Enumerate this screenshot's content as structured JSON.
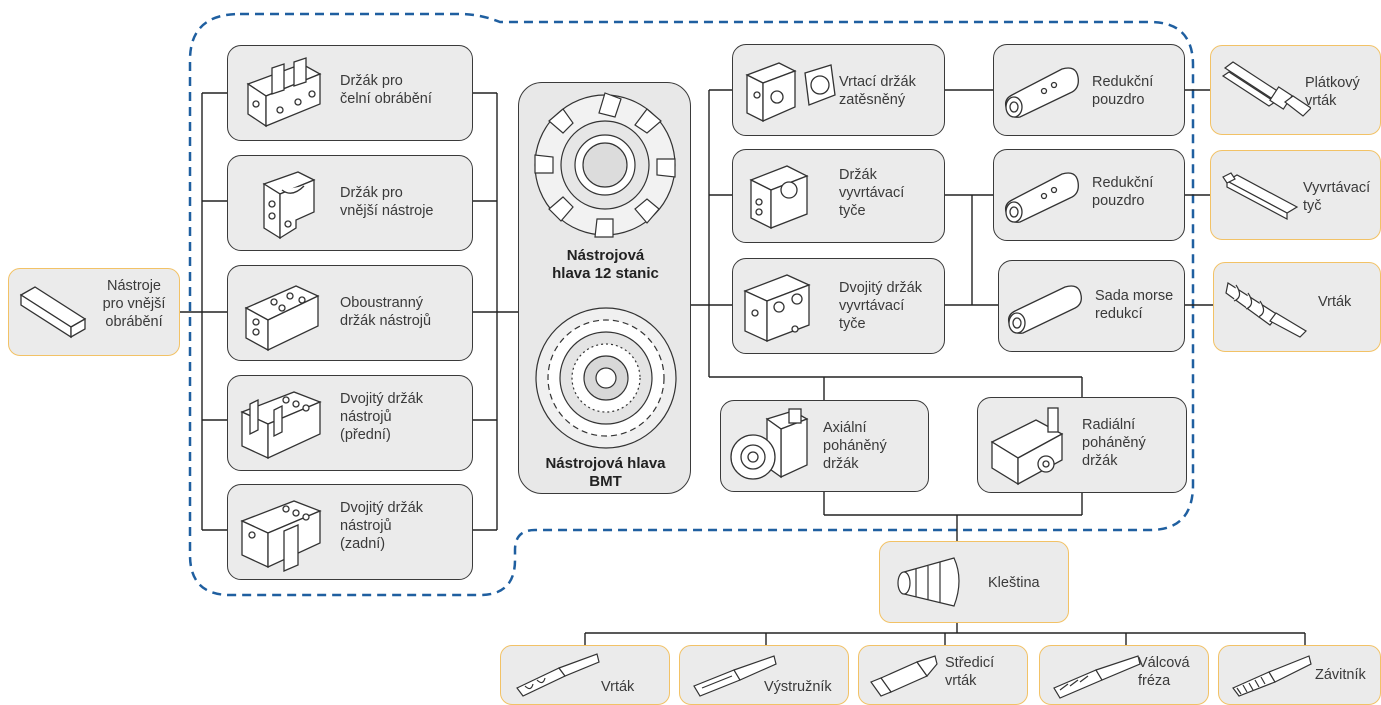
{
  "outer_tool": {
    "label": "Nástroje\npro vnější\nobrábění"
  },
  "left_column": [
    {
      "id": "celni",
      "label": "Držák pro\nčelní obrábění",
      "icon": "block-holder-icon"
    },
    {
      "id": "vnejsi",
      "label": "Držák pro\nvnější nástroje",
      "icon": "external-holder-icon"
    },
    {
      "id": "oboustranny",
      "label": "Oboustranný\ndržák nástrojů",
      "icon": "double-sided-holder-icon"
    },
    {
      "id": "predni",
      "label": "Dvojitý držák\nnástrojů\n(přední)",
      "icon": "double-holder-front-icon"
    },
    {
      "id": "zadni",
      "label": "Dvojitý držák\nnástrojů\n(zadní)",
      "icon": "double-holder-rear-icon"
    }
  ],
  "center": {
    "head12": "Nástrojová\nhlava 12 stanic",
    "bmt": "Nástrojová hlava\nBMT"
  },
  "right_holders": [
    {
      "id": "vrtaci",
      "label": "Vrtací držák\nzatěsněný",
      "icon": "drill-holder-icon"
    },
    {
      "id": "vyvrtavaci",
      "label": "Držák\nvyvrtávací\ntyče",
      "icon": "boring-bar-holder-icon"
    },
    {
      "id": "dvojity_vyvrt",
      "label": "Dvojitý držák\nvyvrtávací\ntyče",
      "icon": "double-boring-holder-icon"
    }
  ],
  "adapters": [
    {
      "id": "red1",
      "label": "Redukční\npouzdro",
      "icon": "reduction-sleeve-icon"
    },
    {
      "id": "red2",
      "label": "Redukční\npouzdro",
      "icon": "reduction-sleeve-icon"
    },
    {
      "id": "morse",
      "label": "Sada morse\nredukcí",
      "icon": "morse-sleeve-icon"
    }
  ],
  "far_right_tools": [
    {
      "id": "platkovy",
      "label": "Plátkový\nvrták",
      "icon": "insert-drill-icon"
    },
    {
      "id": "vyvrtavaci_tyc",
      "label": "Vyvrtávací\ntyč",
      "icon": "boring-bar-icon"
    },
    {
      "id": "vrtak",
      "label": "Vrták",
      "icon": "twist-drill-icon"
    }
  ],
  "driven": [
    {
      "id": "axialni",
      "label": "Axiální\npoháněný\ndržák",
      "icon": "axial-driven-holder-icon"
    },
    {
      "id": "radialni",
      "label": "Radiální\npoháněný\ndržák",
      "icon": "radial-driven-holder-icon"
    }
  ],
  "collet": {
    "label": "Kleština",
    "icon": "collet-icon"
  },
  "bottom_tools": [
    {
      "id": "vrtak",
      "label": "Vrták",
      "icon": "drill-icon"
    },
    {
      "id": "vystruznik",
      "label": "Výstružník",
      "icon": "reamer-icon"
    },
    {
      "id": "stredici",
      "label": "Středicí\nvrták",
      "icon": "center-drill-icon"
    },
    {
      "id": "valcova",
      "label": "Válcová\nfréza",
      "icon": "end-mill-icon"
    },
    {
      "id": "zavitnik",
      "label": "Závitník",
      "icon": "tap-icon"
    }
  ],
  "colors": {
    "dashed": "#1f5fa0",
    "yellow_border": "#f2c266",
    "box_fill": "#ebebeb",
    "line": "#222222"
  }
}
